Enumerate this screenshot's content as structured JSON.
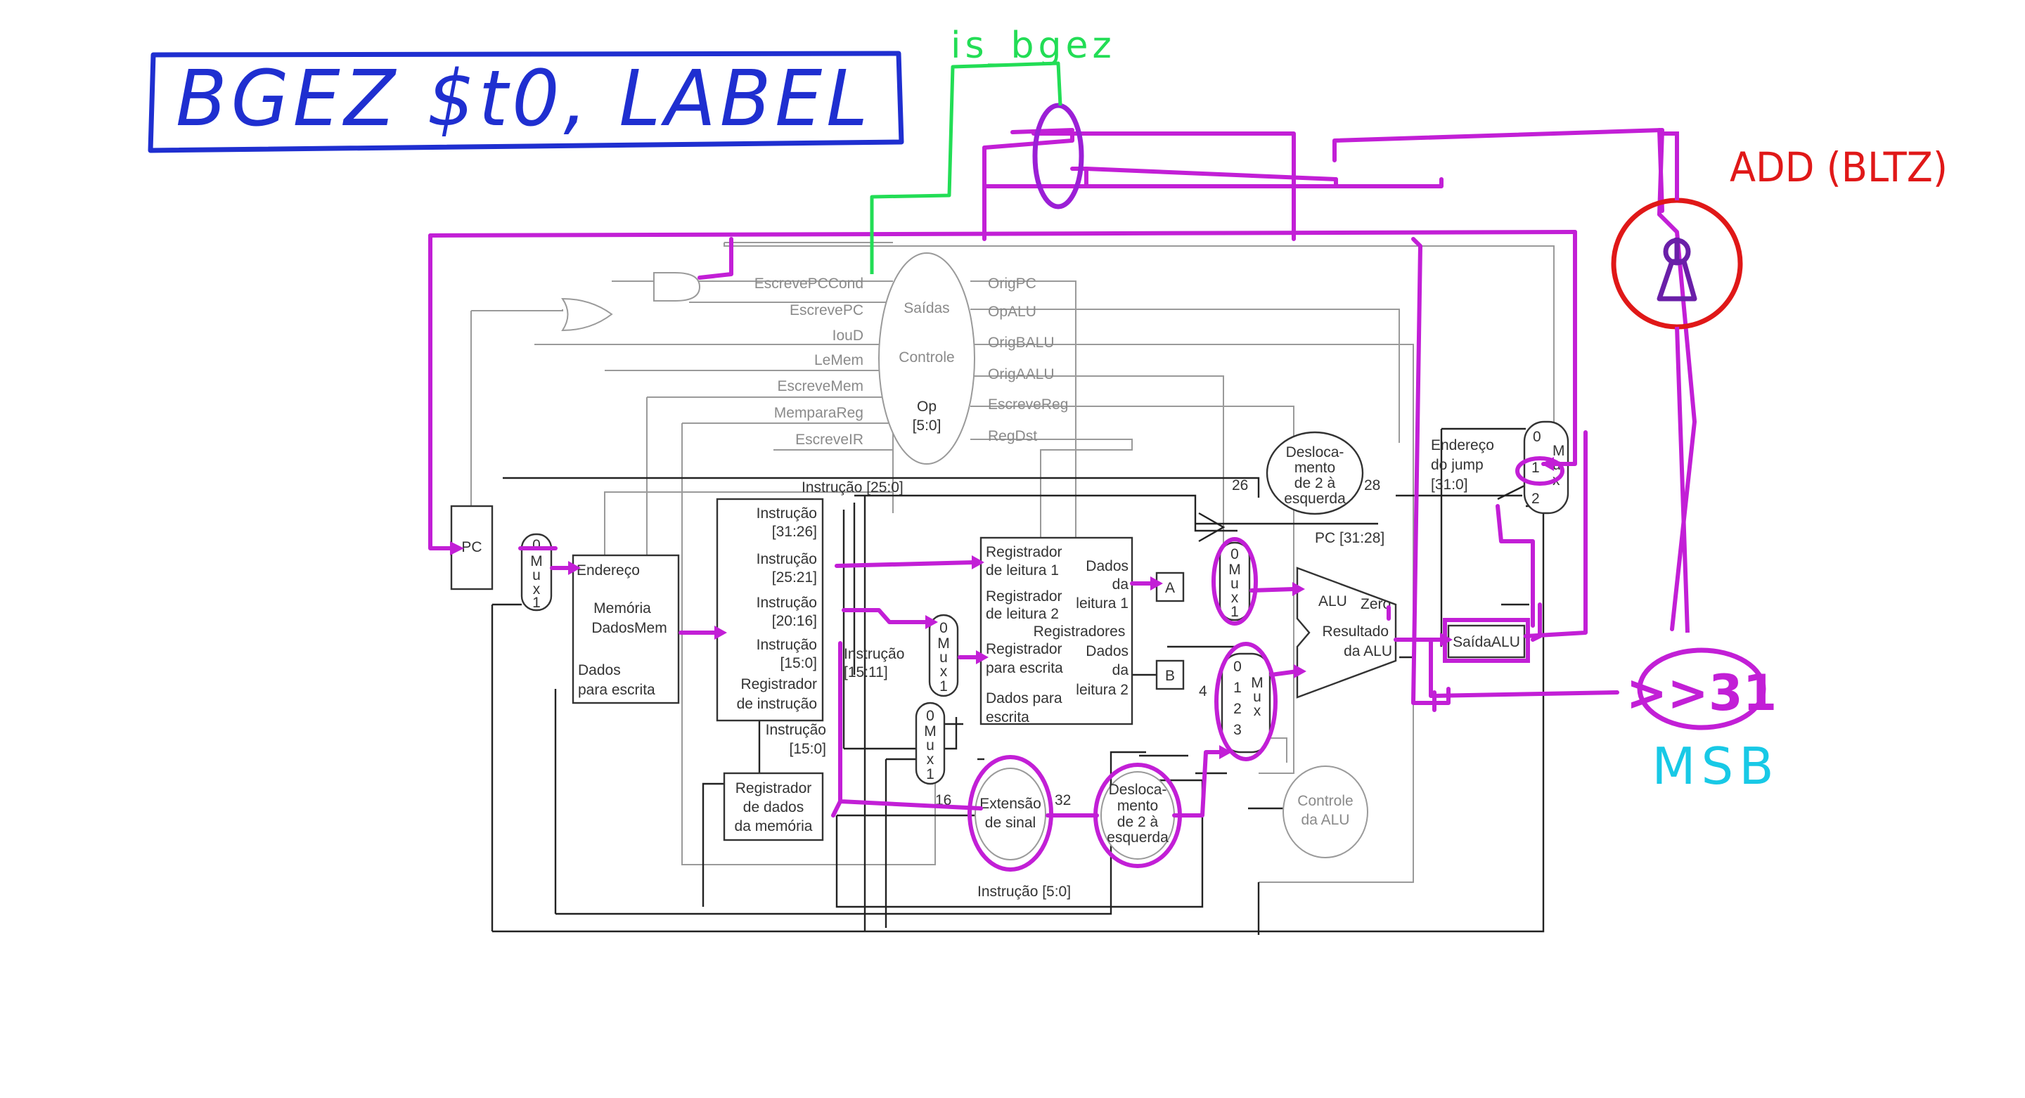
{
  "annotation": {
    "instruction": "BGEZ  $t0, LABEL",
    "signal_label": "is_bgez",
    "gate_label": "ADD (BLTZ)",
    "shift_label": ">>31",
    "msb_label": "MSB"
  },
  "control": {
    "top": "Saídas",
    "mid": "Controle",
    "op": "Op",
    "op_bits": "[5:0]",
    "left_signals": [
      "EscrevePCCond",
      "EscrevePC",
      "IouD",
      "LeMem",
      "EscreveMem",
      "MemparaReg",
      "EscreveIR"
    ],
    "right_signals": [
      "OrigPC",
      "OpALU",
      "OrigBALU",
      "OrigAALU",
      "EscreveReg",
      "RegDst"
    ]
  },
  "datapath": {
    "pc": "PC",
    "mux_letters": [
      "M",
      "u",
      "x"
    ],
    "mux_inputs_01": [
      "0",
      "1"
    ],
    "mux_inputs_0123": [
      "0",
      "1",
      "2",
      "3"
    ],
    "memory": {
      "addr": "Endereço",
      "name1": "Memória",
      "name2": "DadosMem",
      "wdata1": "Dados",
      "wdata2": "para escrita"
    },
    "ir": {
      "f1a": "Instrução",
      "f1b": "[31:26]",
      "f2a": "Instrução",
      "f2b": "[25:21]",
      "f3a": "Instrução",
      "f3b": "[20:16]",
      "f4a": "Instrução",
      "f4b": "[15:0]",
      "name1": "Registrador",
      "name2": "de instrução"
    },
    "instr_25_0": "Instrução [25:0]",
    "instr_15_11a": "Instrução",
    "instr_15_11b": "[15:11]",
    "instr_15_0a": "Instrução",
    "instr_15_0b": "[15:0]",
    "instr_5_0": "Instrução [5:0]",
    "mdr": {
      "l1": "Registrador",
      "l2": "de dados",
      "l3": "da memória"
    },
    "regs": {
      "rr1a": "Registrador",
      "rr1b": "de leitura 1",
      "rr2a": "Registrador",
      "rr2b": "de leitura 2",
      "wra": "Registrador",
      "wrb": "para escrita",
      "wda": "Dados para",
      "wdb": "escrita",
      "d1a": "Dados",
      "d1b": "da",
      "d1c": "leitura 1",
      "name": "Registradores",
      "d2a": "Dados",
      "d2b": "da",
      "d2c": "leitura 2"
    },
    "reg_a": "A",
    "reg_b": "B",
    "sign_ext": {
      "l1": "Extensão",
      "l2": "de sinal"
    },
    "shift2": {
      "l1": "Desloca-",
      "l2": "mento",
      "l3": "de 2 à",
      "l4": "esquerda"
    },
    "shift_top": {
      "l1": "Desloca-",
      "l2": "mento",
      "l3": "de 2 à",
      "l4": "esquerda"
    },
    "alu": {
      "name": "ALU",
      "zero": "Zero",
      "res1": "Resultado",
      "res2": "da ALU"
    },
    "alu_out": "SaídaALU",
    "alu_ctrl": {
      "l1": "Controle",
      "l2": "da ALU"
    },
    "jump": {
      "l1": "Endereço",
      "l2": "do jump",
      "l3": "[31:0]"
    },
    "pc_31_28": "PC [31:28]",
    "bits": {
      "b26": "26",
      "b28": "28",
      "b16": "16",
      "b32": "32",
      "b4": "4"
    }
  },
  "colors": {
    "ink_blue": "#1f2fd0",
    "ink_green": "#22dd55",
    "ink_magenta": "#c21fd6",
    "ink_red": "#e01818",
    "ink_cyan": "#18c9e6"
  }
}
